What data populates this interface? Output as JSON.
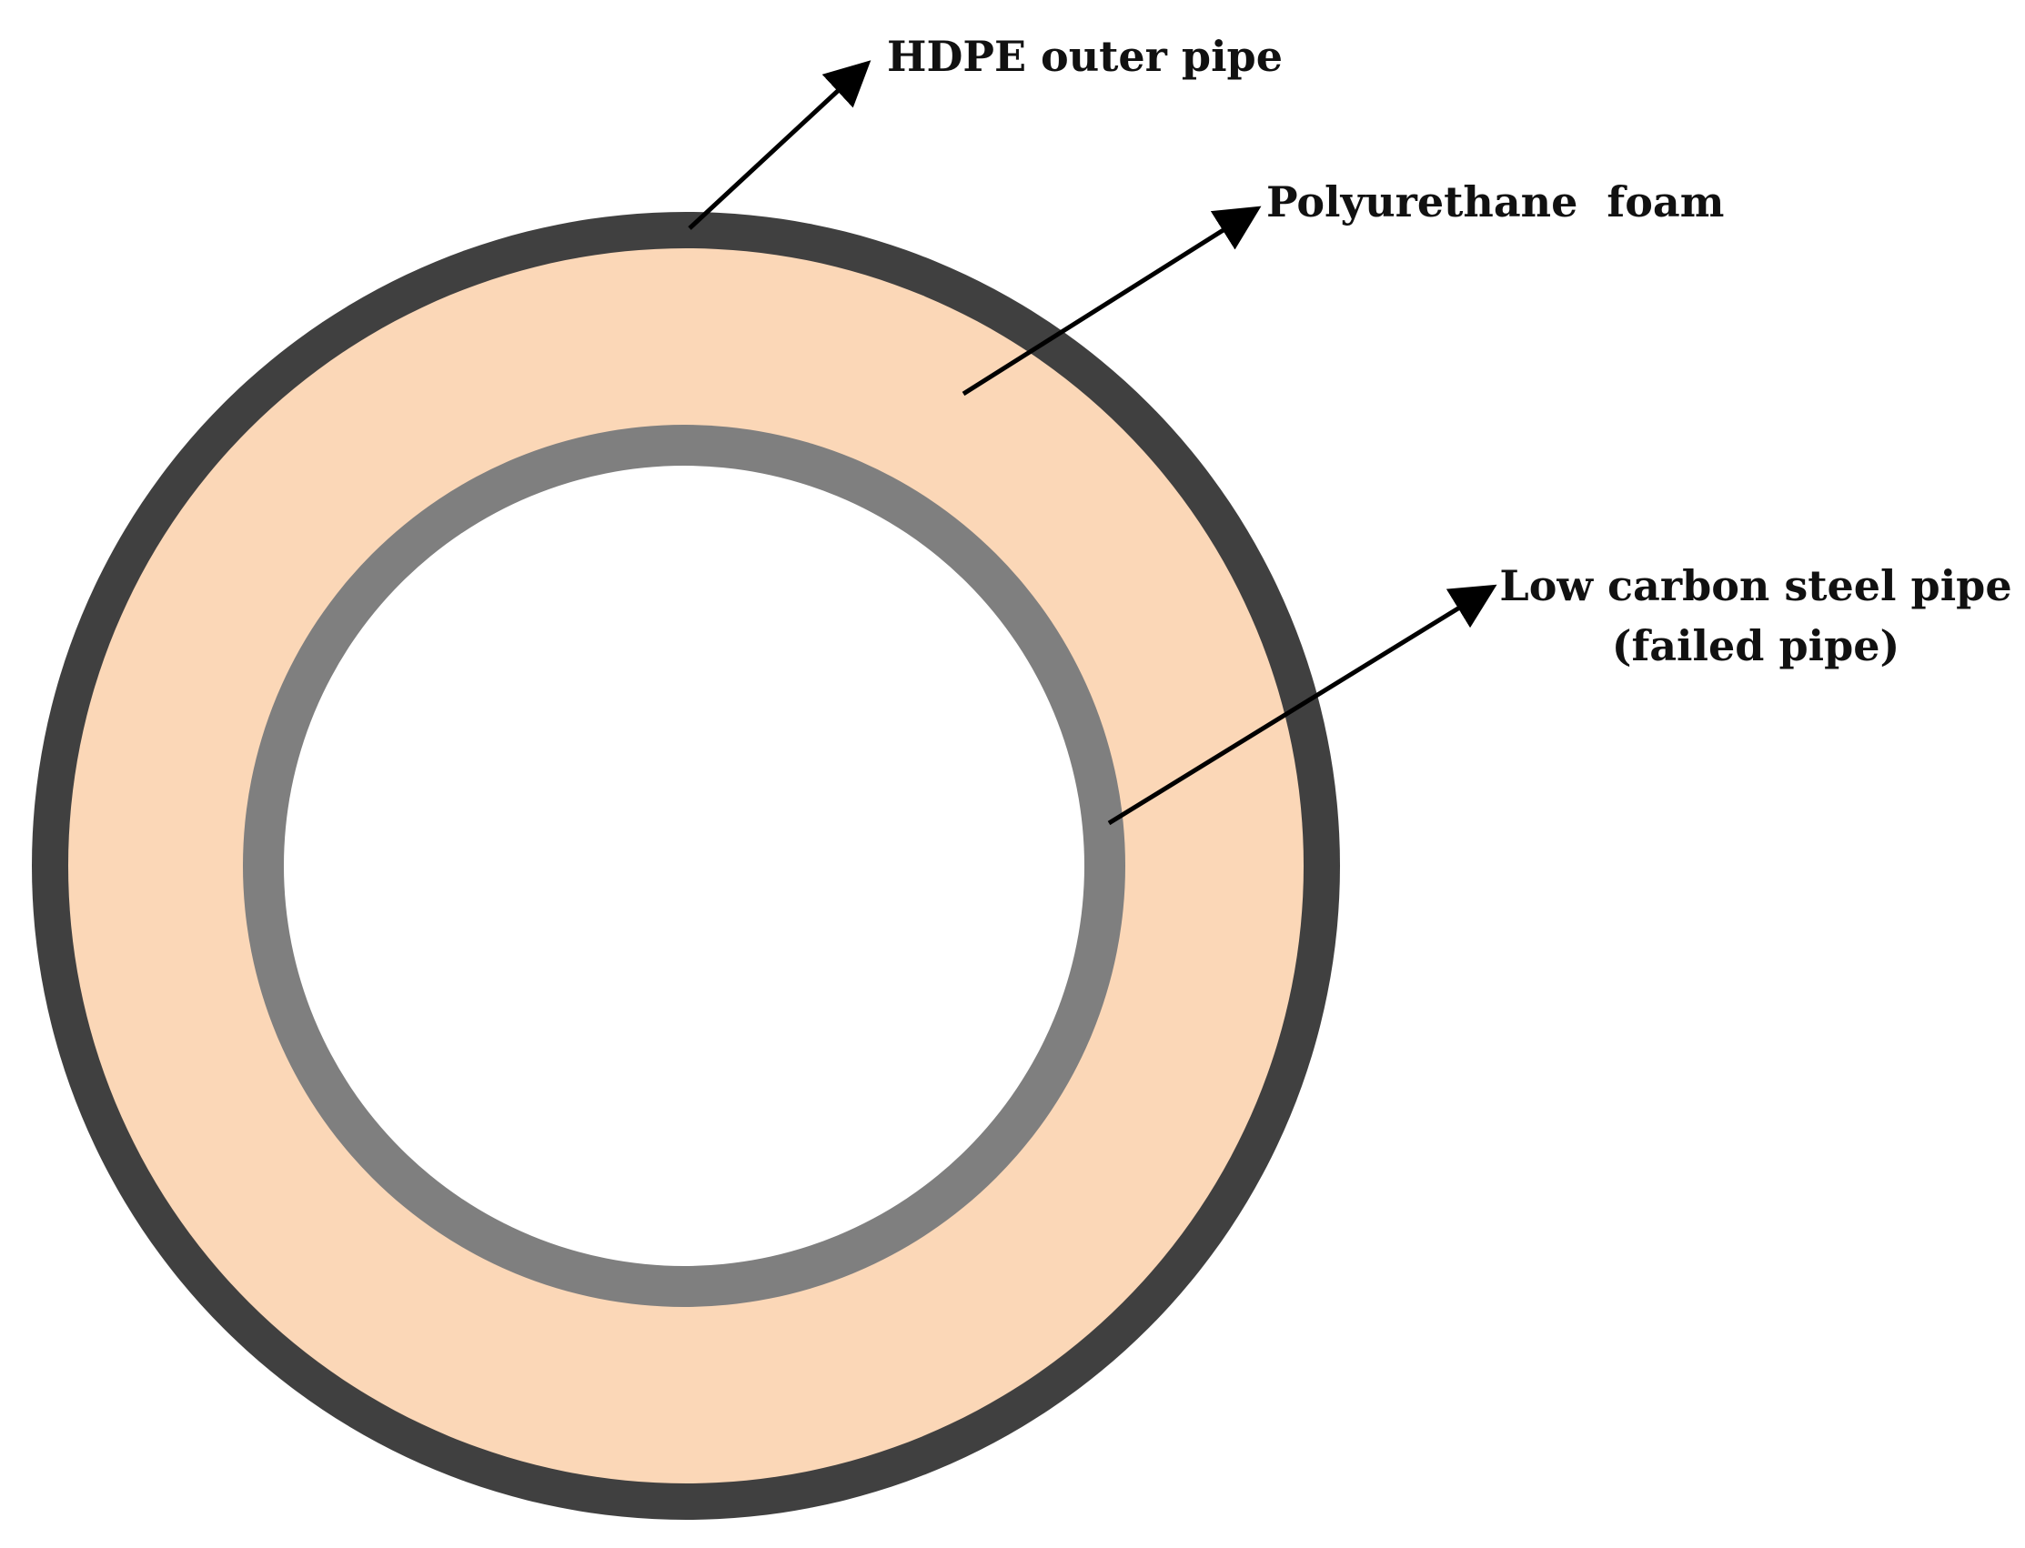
{
  "colors": {
    "outer_pipe": "#404040",
    "foam": "#fbd7b7",
    "steel_pipe": "#7f7f7f",
    "bore": "#ffffff",
    "leader": "#000000"
  },
  "labels": {
    "outer_pipe": "HDPE outer pipe",
    "foam": "Polyurethane  foam",
    "steel_pipe_line1": "Low carbon steel pipe",
    "steel_pipe_line2": "(failed pipe)"
  }
}
